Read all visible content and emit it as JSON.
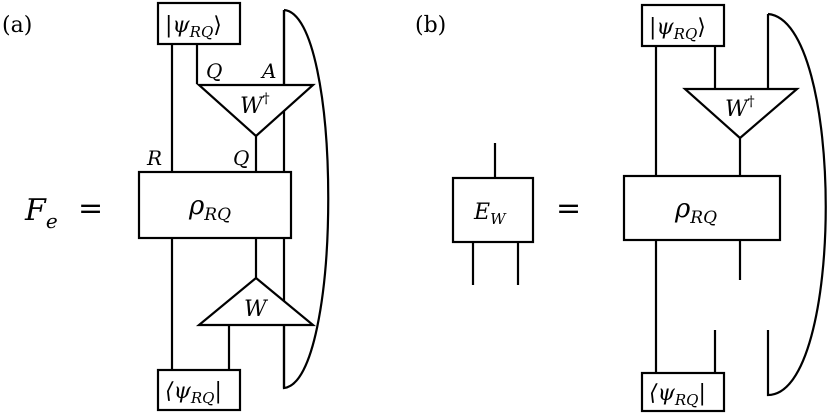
{
  "panel_a": {
    "label": "(a)",
    "lhs": {
      "symbol": "F",
      "subscript": "e",
      "equals": "="
    },
    "ket": {
      "prefix": "|ψ",
      "subscript": "RQ",
      "suffix": "⟩"
    },
    "bra": {
      "prefix": "⟨ψ",
      "subscript": "RQ",
      "suffix": "|"
    },
    "rho": {
      "symbol": "ρ",
      "subscript": "RQ"
    },
    "w_dagger": {
      "symbol": "W",
      "superscript": "†"
    },
    "w": {
      "symbol": "W"
    },
    "wire_labels": {
      "q_top": "Q",
      "a_top": "A",
      "r": "R",
      "q_mid": "Q"
    }
  },
  "panel_b": {
    "label": "(b)",
    "channel": {
      "symbol": "E",
      "subscript": "W"
    },
    "equals": "=",
    "ket": {
      "prefix": "|ψ",
      "subscript": "RQ",
      "suffix": "⟩"
    },
    "bra": {
      "prefix": "⟨ψ",
      "subscript": "RQ",
      "suffix": "|"
    },
    "rho": {
      "symbol": "ρ",
      "subscript": "RQ"
    },
    "w_dagger": {
      "symbol": "W",
      "superscript": "†"
    }
  }
}
